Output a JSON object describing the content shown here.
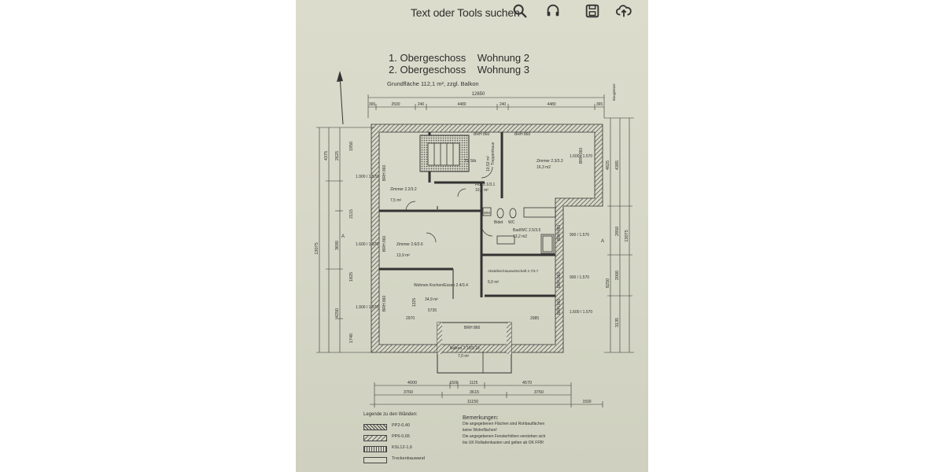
{
  "toolbar": {
    "search_label": "Text oder Tools suchen",
    "icons": [
      "search-icon",
      "headphones-icon",
      "save-icon",
      "cloud-upload-icon"
    ]
  },
  "plan": {
    "title_line_1": "1. Obergeschoss    Wohnung 2",
    "title_line_2": "2. Obergeschoss    Wohnung 3",
    "subtitle": "Grundfläche 112,1 m², zzgl. Balkon",
    "top_dimensions": {
      "total": "12650",
      "segments": [
        "365",
        "2500",
        "240",
        "4480",
        "240",
        "4480",
        "365"
      ]
    },
    "corner_label": "Baugrenze",
    "bottom_dimensions": {
      "row1": [
        "4000",
        "1500",
        "1125",
        "4570"
      ],
      "row2": [
        "3760",
        "3615",
        "3750"
      ],
      "total": "11150",
      "extra": "1500"
    },
    "rooms": [
      {
        "id": "2.1/3.1",
        "name": "Flur 2.1/3.1",
        "area": "10,3 m²"
      },
      {
        "id": "2.2/3.2",
        "name": "Zimmer 2.2/3.2",
        "area": "7,5 m²"
      },
      {
        "id": "2.3/3.3",
        "name": "Zimmer 2.3/3.3",
        "area": "16,3 m2"
      },
      {
        "id": "2.5/3.5",
        "name": "Bad/WC 2.5/3.5",
        "area": "13,2 m2"
      },
      {
        "id": "2.6/3.6",
        "name": "Zimmer 2.6/3.6",
        "area": "13,9 m²"
      },
      {
        "id": "2.7/3.7",
        "name": "Abstellen/Hauswirtschaft 2.7/3.7",
        "area": "6,0 m²"
      },
      {
        "id": "2.4/3.4",
        "name": "Wohnen Kochen/Essen 2.4/3.4",
        "area": "34,9 m²"
      },
      {
        "id": "2.10/3.10",
        "name": "Balkon 2.10/3.10",
        "area": "7,0 m²"
      }
    ],
    "labels": {
      "brh860": "BRH 860",
      "treppenhaus": "Treppenhaus",
      "ts_stb": "TS Stb",
      "stair_area": "10,53 m²",
      "bidet": "Bidet",
      "wc": "WC",
      "wm": "WM",
      "section_a": "A"
    },
    "left_dimensions": [
      "13075",
      "4375",
      "2625",
      "1950",
      "2115",
      "3690",
      "1825",
      "4250",
      "1740"
    ],
    "right_dimensions": [
      "13075",
      "4825",
      "4385",
      "2850",
      "8250",
      "2000",
      "3135"
    ],
    "window_labels_left": [
      "1.900 / 1.570",
      "1.600 / 1.570",
      "1.900 / 1.570"
    ],
    "window_labels_right": [
      "1.600 / 1.570",
      "900 / 1.570",
      "900 / 1.570",
      "1.600 / 1.570"
    ],
    "inner_dims": [
      "2970",
      "5735",
      "2985",
      "1325"
    ]
  },
  "legend": {
    "title": "Legende zu den Wänden:",
    "items": [
      "PP2-0,40",
      "PP6-0,65",
      "KSL12-1,6",
      "Trockenbauwand"
    ]
  },
  "notes": {
    "title": "Bemerkungen:",
    "lines": [
      "Die angegebenen Flächen sind Rohbauflächen",
      "keine Wohnflächen!",
      "Die angegebenen Fensterhöhen verstehen sich",
      "bis UK Rolladenkasten und gelten ab OK FFB!"
    ]
  }
}
